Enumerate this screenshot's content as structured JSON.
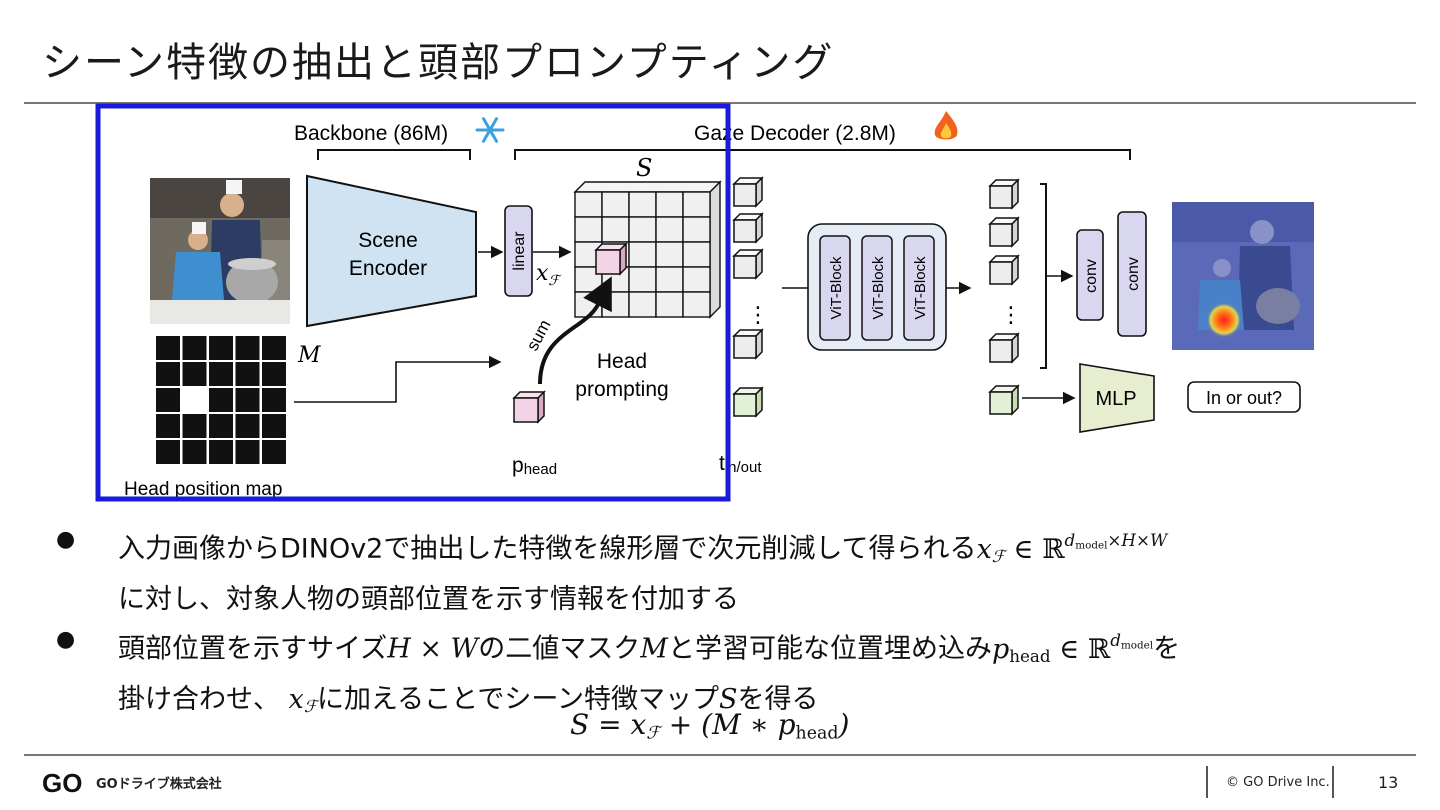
{
  "title": "シーン特徴の抽出と頭部プロンプティング",
  "diagram": {
    "backbone_label": "Backbone (86M)",
    "decoder_label": "Gaze Decoder (2.8M)",
    "scene_encoder_line1": "Scene",
    "scene_encoder_line2": "Encoder",
    "linear_label": "linear",
    "x_f_label": "x_F",
    "s_label": "S",
    "m_label": "M",
    "sum_label": "sum",
    "head_prompting_line1": "Head",
    "head_prompting_line2": "prompting",
    "p_head_label": "p",
    "p_head_sub": "head",
    "t_label": "t",
    "t_sub": "in/out",
    "head_position_map_label": "Head position map",
    "vit_block_label": "ViT-Block",
    "conv_label": "conv",
    "mlp_label": "MLP",
    "in_or_out_label": "In or out?",
    "ellipsis": "⋮"
  },
  "bullets": [
    {
      "text_a": "入力画像からDINOv2で抽出した特徴を線形層で次元削減して得られる",
      "math_a": "x",
      "math_a_sub": "ℱ",
      "math_in": " ∈ ℝ",
      "math_sup": "d",
      "math_sup_sub": "model",
      "math_sup_tail": "×H×W",
      "text_b": "に対し、対象人物の頭部位置を示す情報を付加する"
    },
    {
      "text_a": "頭部位置を示すサイズ",
      "math_hw": "H × W",
      "text_b": "の二値マスク",
      "math_m": "M",
      "text_c": "と学習可能な位置埋め込み",
      "math_p": "p",
      "math_p_sub": "head",
      "math_in": " ∈ ℝ",
      "math_sup": "d",
      "math_sup_sub": "model",
      "text_d": "を",
      "text_e": "掛け合わせ、 ",
      "math_x": "x",
      "math_x_sub": "ℱ",
      "text_f": "に加えることでシーン特徴マップ",
      "math_s": "S",
      "text_g": "を得る"
    }
  ],
  "formula": {
    "lhs": "S = x",
    "lhs_sub": "ℱ",
    "mid": " + (M ∗ p",
    "mid_sub": "head",
    "end": ")"
  },
  "footer": {
    "logo_letters": "GO",
    "company": "GOドライブ株式会社",
    "copyright": "© GO Drive Inc.",
    "page": "13"
  },
  "colors": {
    "highlight_box": "#1a1adb",
    "encoder_fill": "#cfe3f2",
    "purple_fill": "#d9d7f0",
    "pink_fill": "#f3d3e6",
    "green_fill": "#e2f0d5",
    "mlp_fill": "#e6eecf"
  }
}
